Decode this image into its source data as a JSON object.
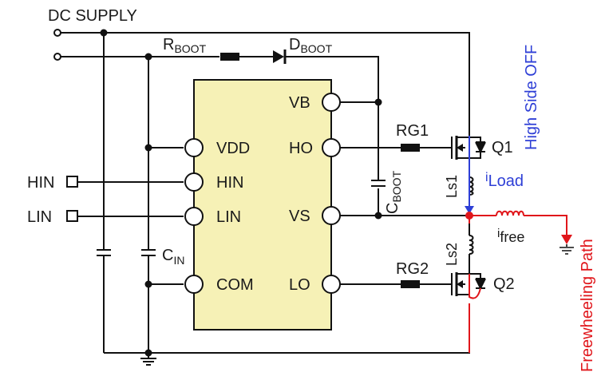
{
  "title": "DC SUPPLY",
  "colors": {
    "ic_fill": "#f6f1b6",
    "blue": "#2e3fd6",
    "red": "#e0161b",
    "wire": "#111111"
  },
  "ic": {
    "left_pins": [
      "VDD",
      "HIN",
      "LIN",
      "COM"
    ],
    "right_pins": [
      "VB",
      "HO",
      "VS",
      "LO"
    ]
  },
  "inputs": {
    "hin": "HIN",
    "lin": "LIN"
  },
  "components": {
    "rboot": {
      "main": "R",
      "sub": "BOOT"
    },
    "dboot": {
      "main": "D",
      "sub": "BOOT"
    },
    "cboot": {
      "main": "C",
      "sub": "BOOT"
    },
    "cin": {
      "main": "C",
      "sub": "IN"
    },
    "rg1": "RG1",
    "rg2": "RG2",
    "q1": "Q1",
    "q2": "Q2",
    "ls1": "Ls1",
    "ls2": "Ls2"
  },
  "currents": {
    "iload": {
      "main": "i",
      "sub": "Load"
    },
    "ifree": {
      "main": "i",
      "sub": "free"
    }
  },
  "annotations": {
    "high_side": "High Side OFF",
    "freewheel": "Freewheeling Path"
  }
}
